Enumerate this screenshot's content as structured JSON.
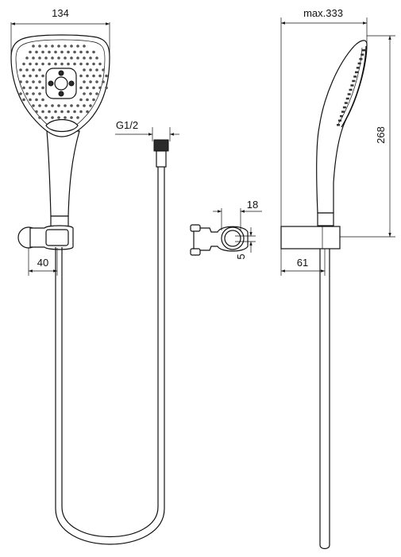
{
  "dimensions": {
    "head_width": "134",
    "holder_projection_left": "40",
    "hose_thread": "G1/2",
    "holder_clamp_width": "18",
    "holder_clamp_gap": "5",
    "max_length": "max.333",
    "head_height": "268",
    "holder_projection_right": "61"
  },
  "colors": {
    "line": "#111111",
    "background": "#ffffff"
  }
}
